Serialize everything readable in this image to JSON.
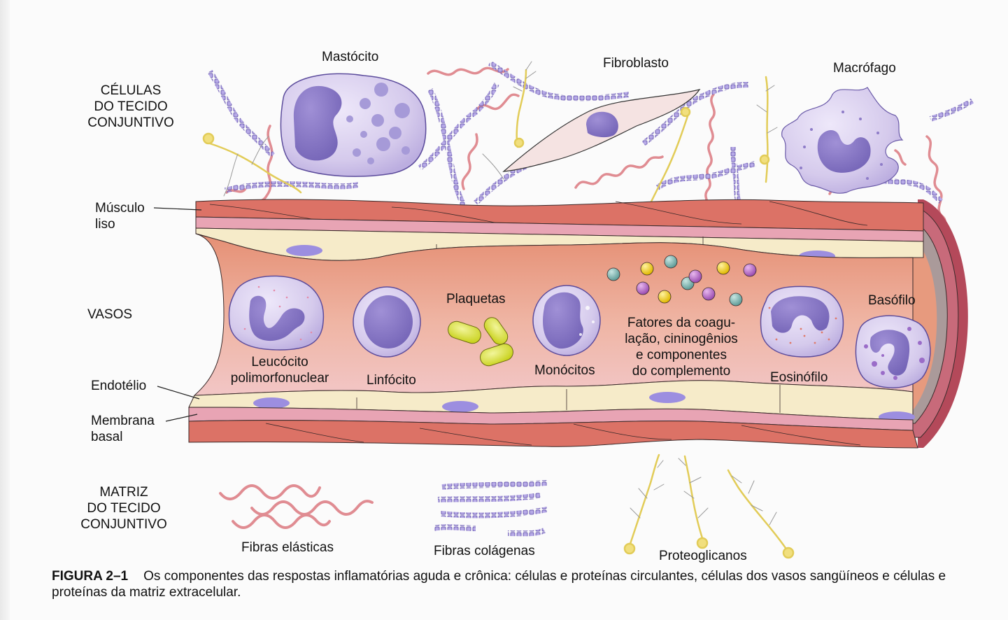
{
  "figure": {
    "section_labels": {
      "connective_tissue_cells": "CÉLULAS\nDO TECIDO\nCONJUNTIVO",
      "vessels": "VASOS",
      "connective_tissue_matrix": "MATRIZ\nDO TECIDO\nCONJUNTIVO"
    },
    "connective_tissue_cells": [
      {
        "name": "Mastócito"
      },
      {
        "name": "Fibroblasto"
      },
      {
        "name": "Macrófago"
      }
    ],
    "vessel_wall_labels": {
      "smooth_muscle": "Músculo\nliso",
      "endothelium": "Endotélio",
      "basement_membrane": "Membrana\nbasal"
    },
    "circulating_components": {
      "pmn": "Leucócito\npolimorfonuclear",
      "lymphocyte": "Linfócito",
      "platelets": "Plaquetas",
      "monocytes": "Monócitos",
      "plasma_factors": "Fatores da coagu-\nlação, cininogênios\ne componentes\ndo complemento",
      "eosinophil": "Eosinófilo",
      "basophil": "Basófilo"
    },
    "matrix_components": {
      "elastic_fibers": "Fibras elásticas",
      "collagen_fibers": "Fibras colágenas",
      "proteoglycans": "Proteoglicanos"
    },
    "caption": {
      "label": "FIGURA 2–1",
      "text": "Os componentes das respostas inflamatórias aguda e crônica: células e proteínas circulantes, células dos vasos sangüíneos e células e proteínas da matriz extracelular."
    },
    "colors": {
      "cell_cytoplasm": "#d7cdee",
      "cell_nucleus": "#8a78c4",
      "muscle": "#dc7266",
      "basement_membrane": "#e8a4b4",
      "endothelium": "#f6ebc9",
      "lumen": "#e79a7e",
      "elastic_fiber": "#e08c92",
      "collagen_fiber": "#8f7fcf",
      "proteoglycan": "#e4d06a",
      "platelet": "#d9e23a"
    }
  }
}
